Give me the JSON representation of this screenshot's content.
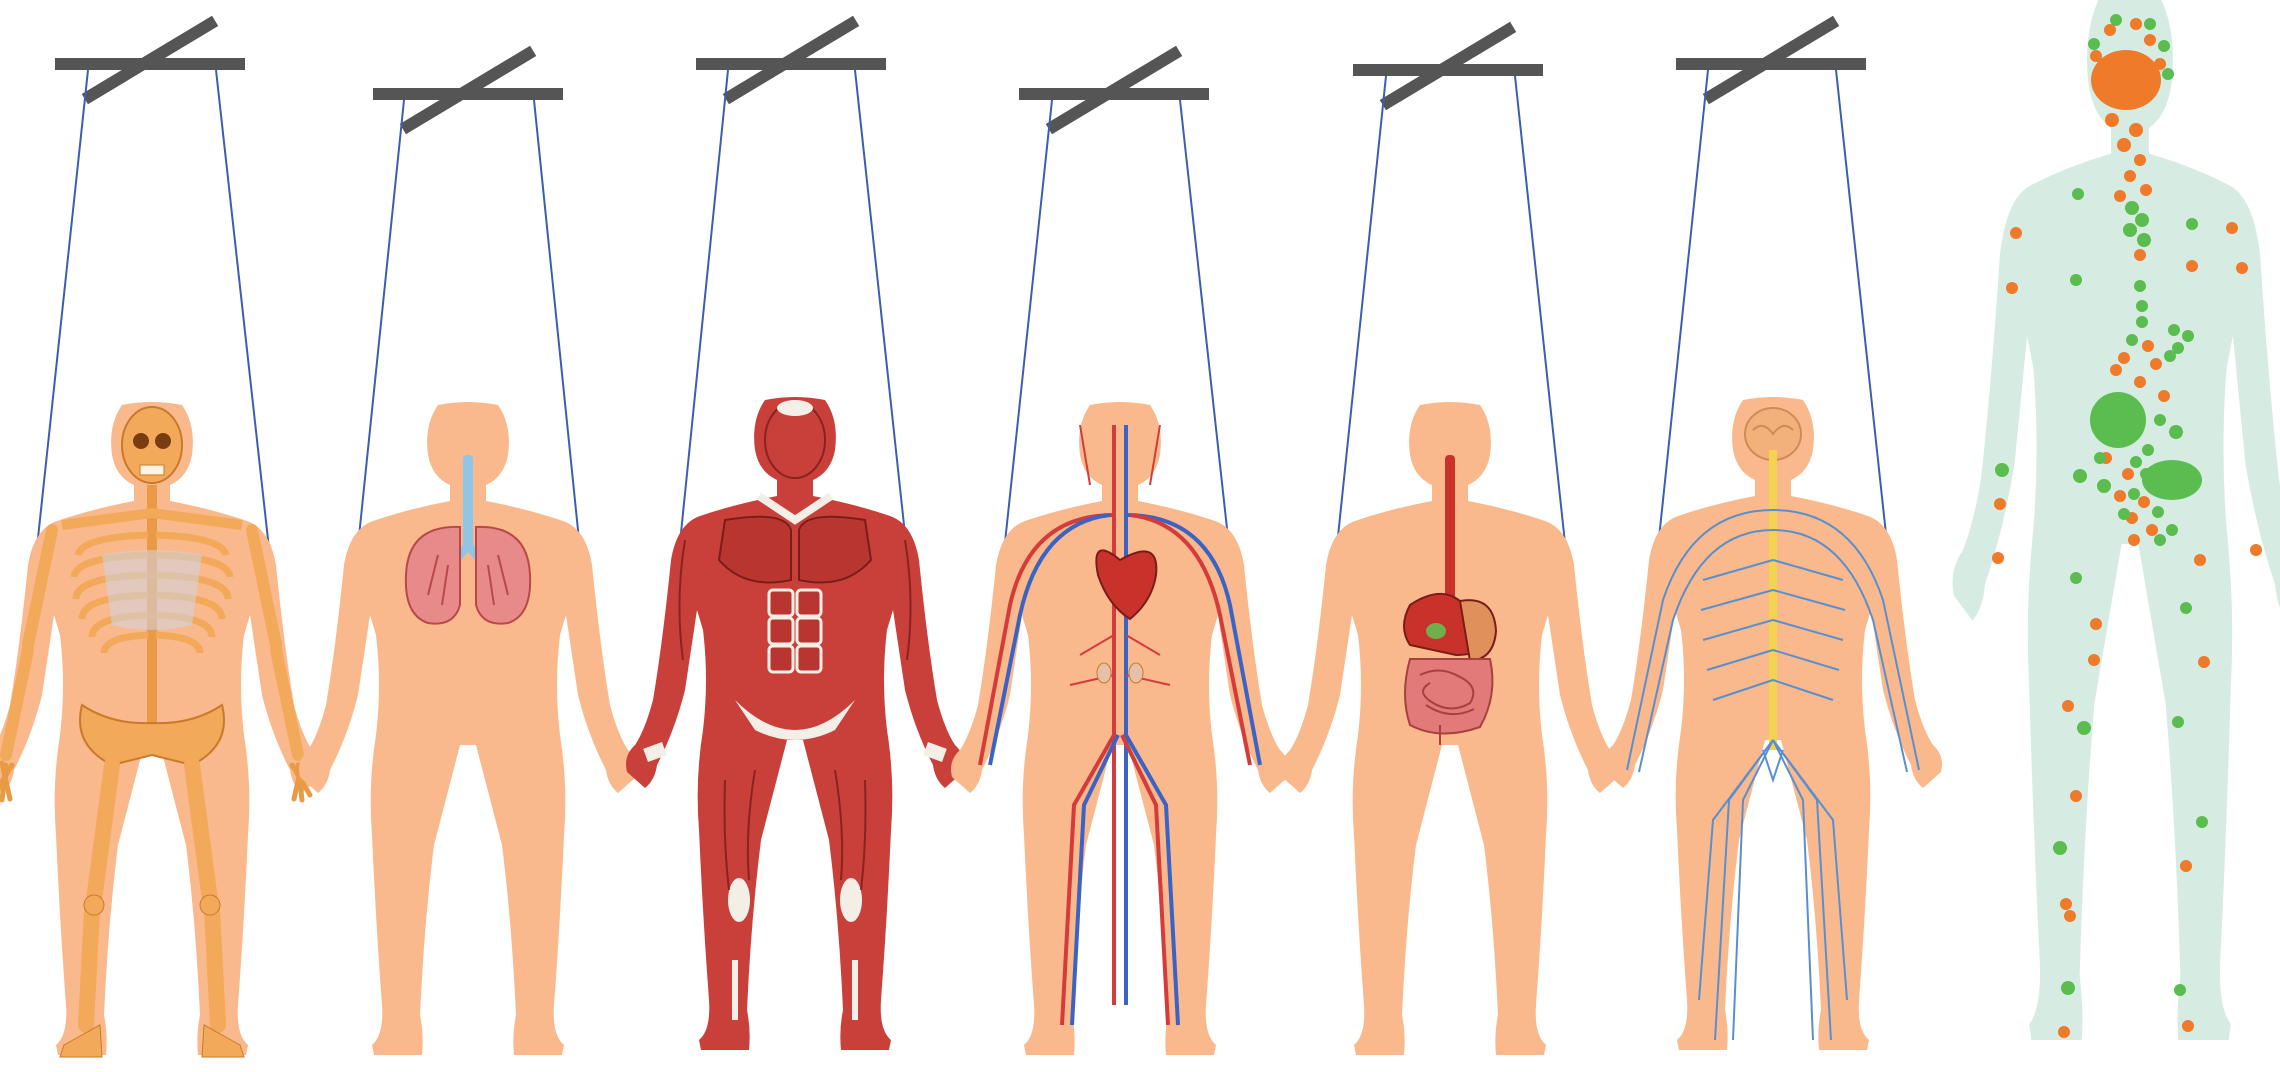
{
  "panels": [
    {
      "system": "skeletal",
      "icon": "skeleton-figure"
    },
    {
      "system": "respiratory",
      "icon": "lungs-figure"
    },
    {
      "system": "muscular",
      "icon": "muscle-figure"
    },
    {
      "system": "circulatory",
      "icon": "heart-vessels-figure"
    },
    {
      "system": "digestive",
      "icon": "digestive-organs-figure"
    },
    {
      "system": "nervous",
      "icon": "nerves-figure"
    },
    {
      "system": "whole-body-distribution",
      "icon": "dotted-body-figure"
    }
  ],
  "colors": {
    "skin": "#f9b98c",
    "bone": "#f2a95a",
    "bone_dark": "#c97a2a",
    "lung": "#e88a8a",
    "trachea": "#8fc6e6",
    "muscle": "#c9403a",
    "tendon": "#f4efe6",
    "artery": "#d43c3c",
    "vein": "#3b63c6",
    "gut": "#e27a7a",
    "liver": "#c8322a",
    "nerve": "#5a8fcf",
    "spine_cord": "#f3d34f",
    "crossbar": "#555555",
    "string": "#3b5fae",
    "body_ghost": "#d6ece2",
    "dot_orange": "#ef7a2a",
    "dot_green": "#5bbd4f"
  }
}
